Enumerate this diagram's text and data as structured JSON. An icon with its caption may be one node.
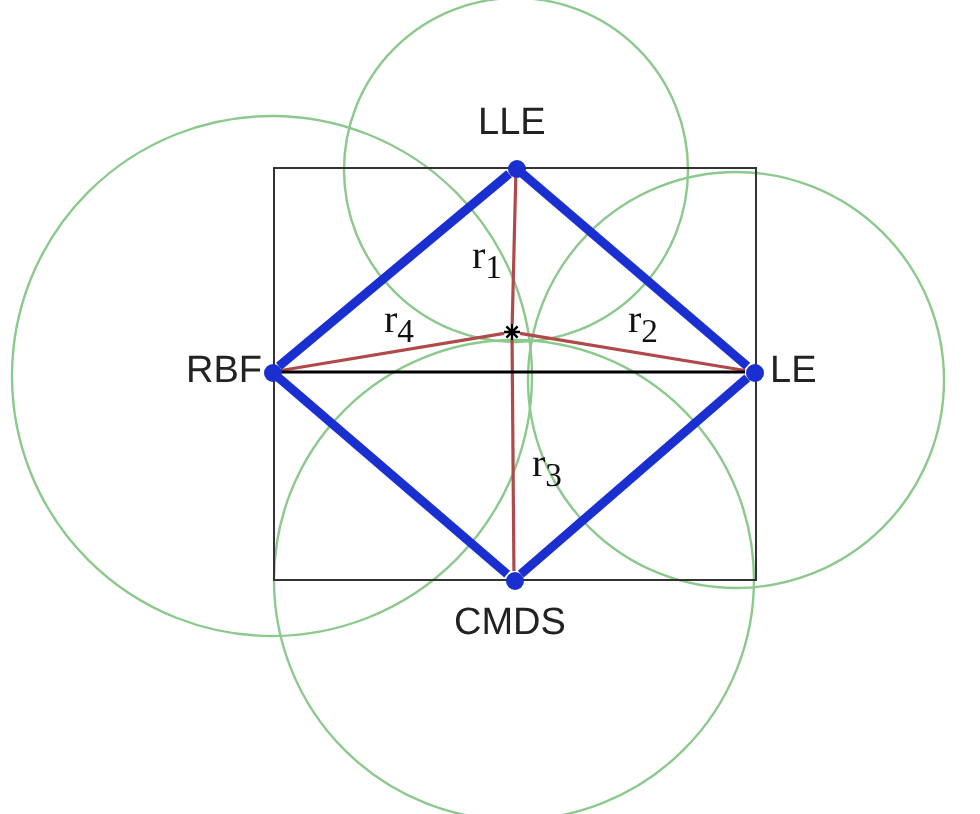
{
  "diagram": {
    "nodes": [
      {
        "text": [
          "LLE"
        ]
      },
      {
        "text": [
          "LE"
        ]
      },
      {
        "text": [
          "CMDS"
        ]
      },
      {
        "text": [
          "RBF"
        ]
      },
      {
        "text": [],
        "shape": "star"
      }
    ],
    "edges": [
      {
        "from": 0,
        "to": 1,
        "arrow": "none",
        "style": "thick",
        "color": "#1a2fd0"
      },
      {
        "from": 1,
        "to": 2,
        "arrow": "none",
        "style": "thick",
        "color": "#1a2fd0"
      },
      {
        "from": 2,
        "to": 3,
        "arrow": "none",
        "style": "thick",
        "color": "#1a2fd0"
      },
      {
        "from": 3,
        "to": 0,
        "arrow": "none",
        "style": "thick",
        "color": "#1a2fd0"
      },
      {
        "from": 4,
        "to": 0,
        "arrow": "none",
        "label": "r$_{1}$",
        "color": "#b04a4a"
      },
      {
        "from": 4,
        "to": 1,
        "arrow": "none",
        "label": "r$_{2}$",
        "color": "#b04a4a"
      },
      {
        "from": 4,
        "to": 2,
        "arrow": "none",
        "label": "r$_{3}$",
        "color": "#b04a4a"
      },
      {
        "from": 4,
        "to": 3,
        "arrow": "none",
        "label": "r$_{4}$",
        "color": "#b04a4a"
      },
      {
        "from": 3,
        "to": 1,
        "arrow": "none",
        "color": "#000000"
      }
    ]
  }
}
